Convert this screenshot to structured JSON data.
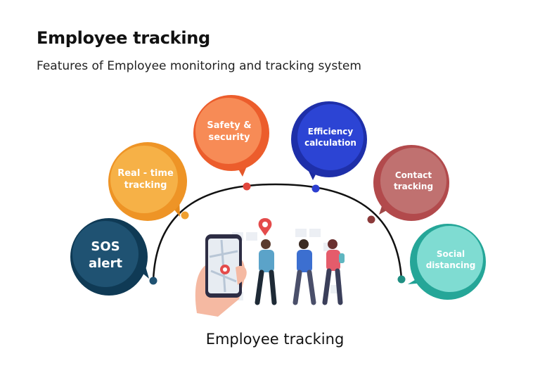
{
  "header": {
    "title": "Employee tracking",
    "subtitle": "Features of Employee monitoring and tracking system"
  },
  "center": {
    "caption": "Employee tracking"
  },
  "features": [
    {
      "label": "SOS alert",
      "color": "#1f5272"
    },
    {
      "label": "Real - time tracking",
      "color": "#f3a53d"
    },
    {
      "label": "Safety & security",
      "color": "#f4874b"
    },
    {
      "label": "Efficiency calculation",
      "color": "#2c3fd0"
    },
    {
      "label": "Contact tracking",
      "color": "#b65d5c"
    },
    {
      "label": "Social distancing",
      "color": "#5dcdc0"
    }
  ],
  "colors": {
    "arc": "#111111",
    "dot_sos": "#1f5272",
    "dot_realtime": "#f0a030",
    "dot_safety": "#e0463c",
    "dot_efficiency": "#2c3fd0",
    "dot_contact": "#8b3a3a",
    "dot_social": "#1f8f82"
  }
}
